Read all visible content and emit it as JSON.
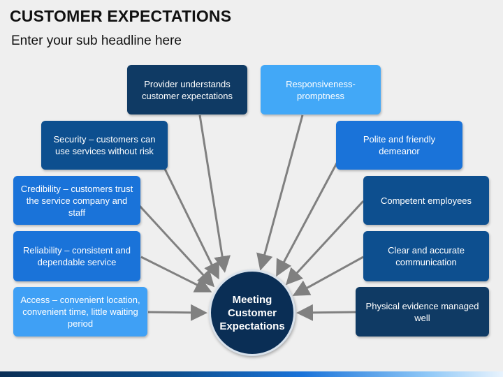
{
  "header": {
    "title": "CUSTOMER EXPECTATIONS",
    "subtitle": "Enter your sub headline here"
  },
  "center": {
    "line1": "Meeting",
    "line2": "Customer",
    "line3": "Expectations"
  },
  "boxes": {
    "provider": "Provider understands customer expectations",
    "responsiveness": "Responsiveness-promptness",
    "security": "Security – customers can use services without risk",
    "polite": "Polite and friendly demeanor",
    "credibility": "Credibility – customers trust the service company and staff",
    "competent": "Competent employees",
    "reliability": "Reliability – consistent and dependable service",
    "communication": "Clear and accurate communication",
    "access": "Access – convenient location, convenient time, little waiting period",
    "physical": "Physical evidence managed well"
  },
  "colors": {
    "navy": "#0f3a64",
    "dark_blue": "#0d4f8f",
    "medium_blue": "#1a73d9",
    "light_blue": "#3fa0f5",
    "arrow": "#808080"
  }
}
